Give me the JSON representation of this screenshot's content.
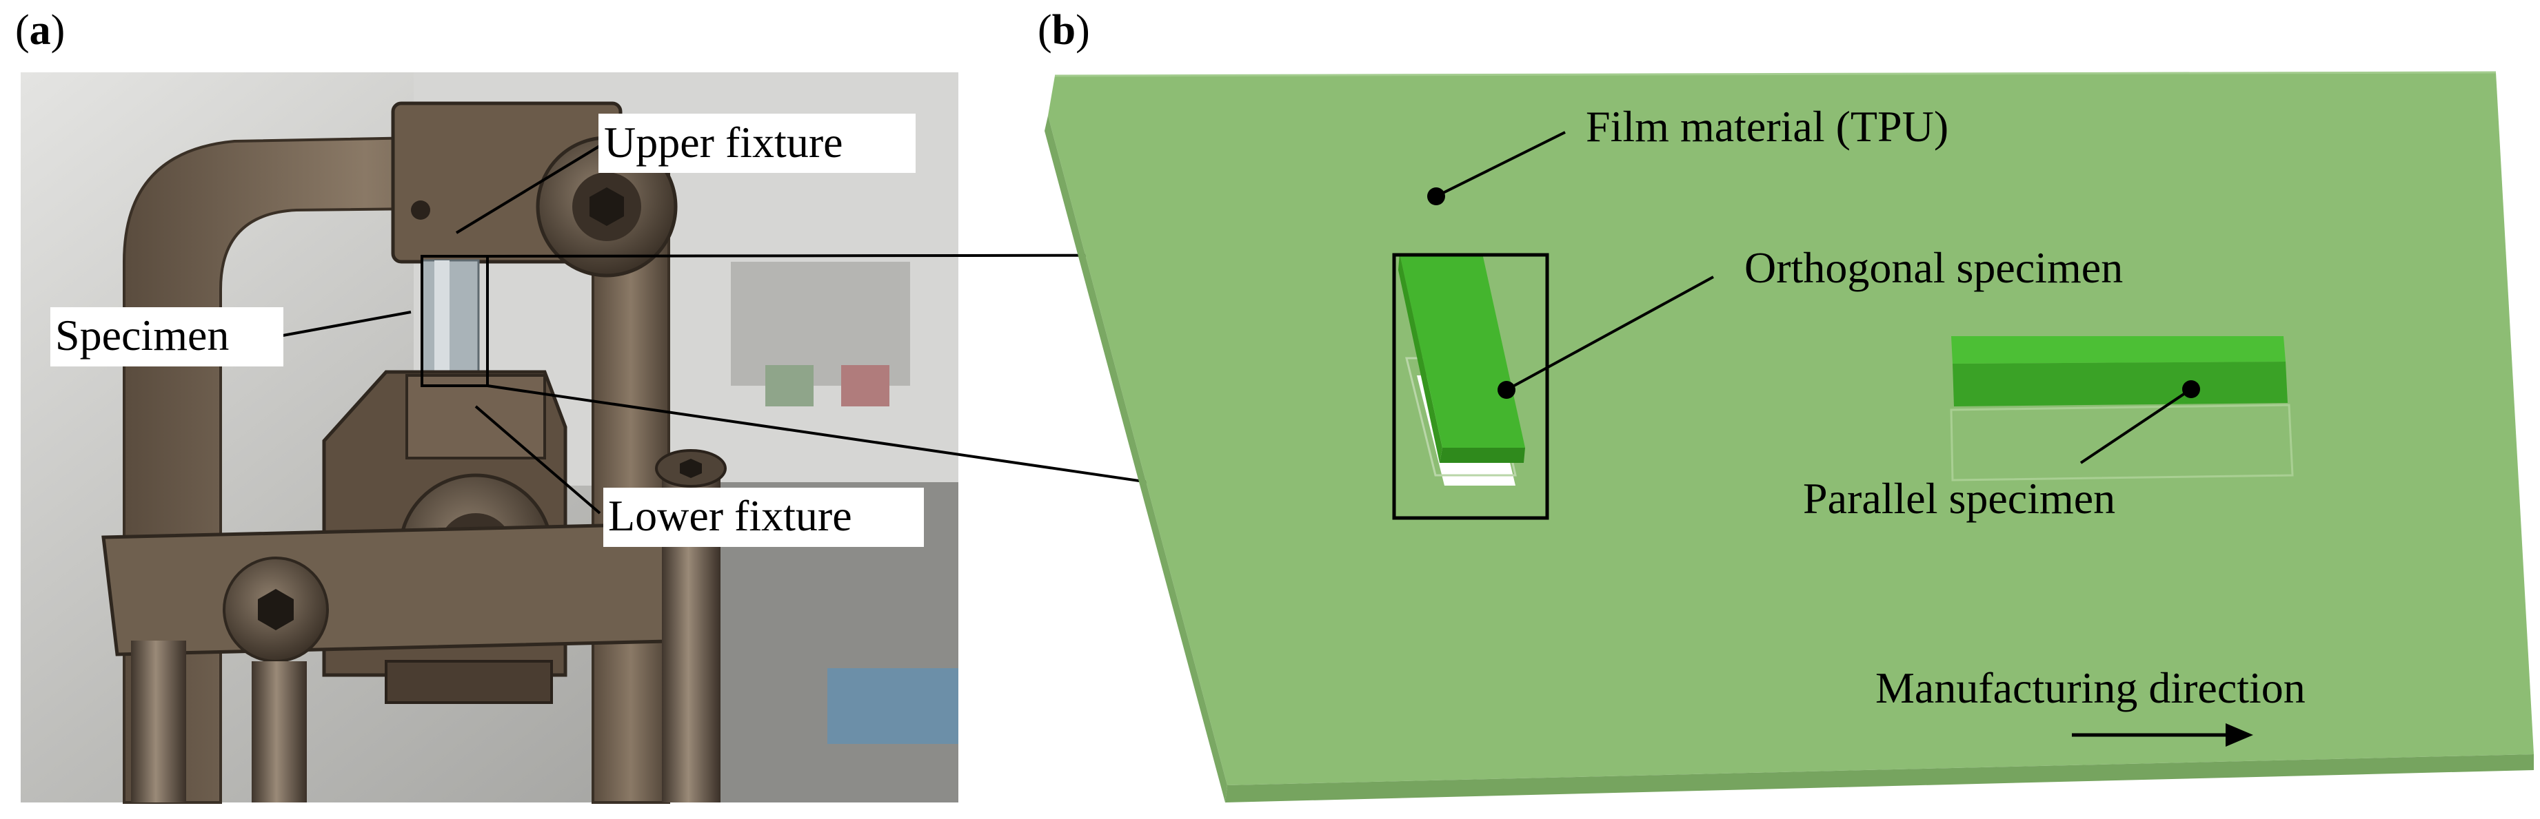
{
  "panels": {
    "a": {
      "label_open": "(",
      "label_letter": "a",
      "label_close": ")",
      "callouts": {
        "upper_fixture": "Upper fixture",
        "specimen": "Specimen",
        "lower_fixture": "Lower fixture"
      }
    },
    "b": {
      "label_open": "(",
      "label_letter": "b",
      "label_close": ")",
      "callouts": {
        "film": "Film material (TPU)",
        "orthogonal": "Orthogonal specimen",
        "parallel": "Parallel specimen",
        "direction": "Manufacturing direction"
      }
    }
  },
  "colors": {
    "film_top": "#8dbd74",
    "film_edge": "#7aa863",
    "specimen_green": "#44b52e",
    "specimen_dark": "#36961f",
    "metal_dark": "#4a3f34",
    "metal_mid": "#6e5f4e",
    "background_photo": "#c9c9c6"
  }
}
